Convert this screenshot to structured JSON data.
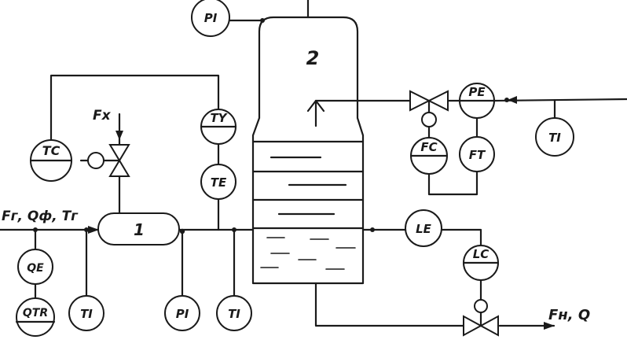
{
  "diagram": {
    "equipment": {
      "heater": "1",
      "column": "2"
    },
    "instruments": {
      "pi_top": "PI",
      "ty": "TY",
      "te": "TE",
      "tc": "TC",
      "pe": "PE",
      "fc": "FC",
      "ft": "FT",
      "ti_right": "TI",
      "le": "LE",
      "lc": "LC",
      "qe": "QE",
      "qtr": "QTR",
      "ti_bottom_left": "TI",
      "pi_bottom": "PI",
      "ti_bottom_mid": "TI"
    },
    "streams": {
      "coolant": "Fх",
      "feed": "Fг, Qф, Tг",
      "product": "Fн, Q"
    }
  }
}
